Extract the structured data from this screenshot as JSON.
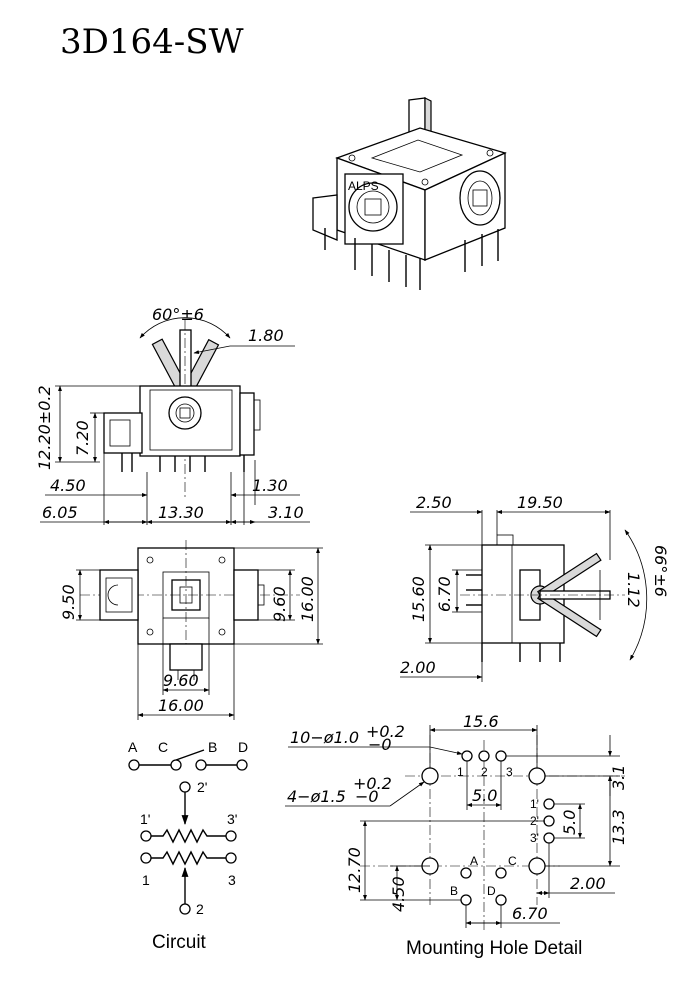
{
  "title": "3D164-SW",
  "front_view": {
    "angle": "60°±6",
    "stick_width": "1.80",
    "height_total": "12.20±0.2",
    "height_mid": "7.20",
    "left_offset": "4.50",
    "right_offset": "1.30",
    "bottom_left": "6.05",
    "bottom_mid": "13.30",
    "bottom_right": "3.10"
  },
  "top_view": {
    "left_dim": "9.50",
    "right_inner": "9.60",
    "right_outer": "16.00",
    "bottom_inner": "9.60",
    "bottom_outer": "16.00"
  },
  "side_view": {
    "top_left": "2.50",
    "top_right": "19.50",
    "height_outer": "15.60",
    "height_inner": "6.70",
    "small": "1.12",
    "angle": "66°±6",
    "base": "2.00"
  },
  "circuit": {
    "caption": "Circuit",
    "switch_labels": [
      "A",
      "C",
      "B",
      "D"
    ],
    "pot_labels": [
      "2'",
      "1'",
      "3'",
      "1",
      "3",
      "2"
    ]
  },
  "mounting": {
    "caption": "Mounting Hole Detail",
    "holes_small": "10−ø1.0",
    "holes_small_tol_plus": "+0.2",
    "holes_small_tol_minus": "−0",
    "holes_large": "4−ø1.5",
    "holes_large_tol_plus": "+0.2",
    "holes_large_tol_minus": "−0",
    "width": "15.6",
    "pitch_h": "5.0",
    "offset_right_top": "3.1",
    "height_right": "13.3",
    "pitch_v": "5.0",
    "height_left": "12.70",
    "offset_left": "4.50",
    "offset_right": "2.00",
    "bottom_pitch": "6.70",
    "top_pin_labels": [
      "1",
      "2",
      "3"
    ],
    "side_pin_labels": [
      "1'",
      "2'",
      "3'"
    ],
    "switch_labels": [
      "A",
      "C",
      "B",
      "D"
    ]
  }
}
